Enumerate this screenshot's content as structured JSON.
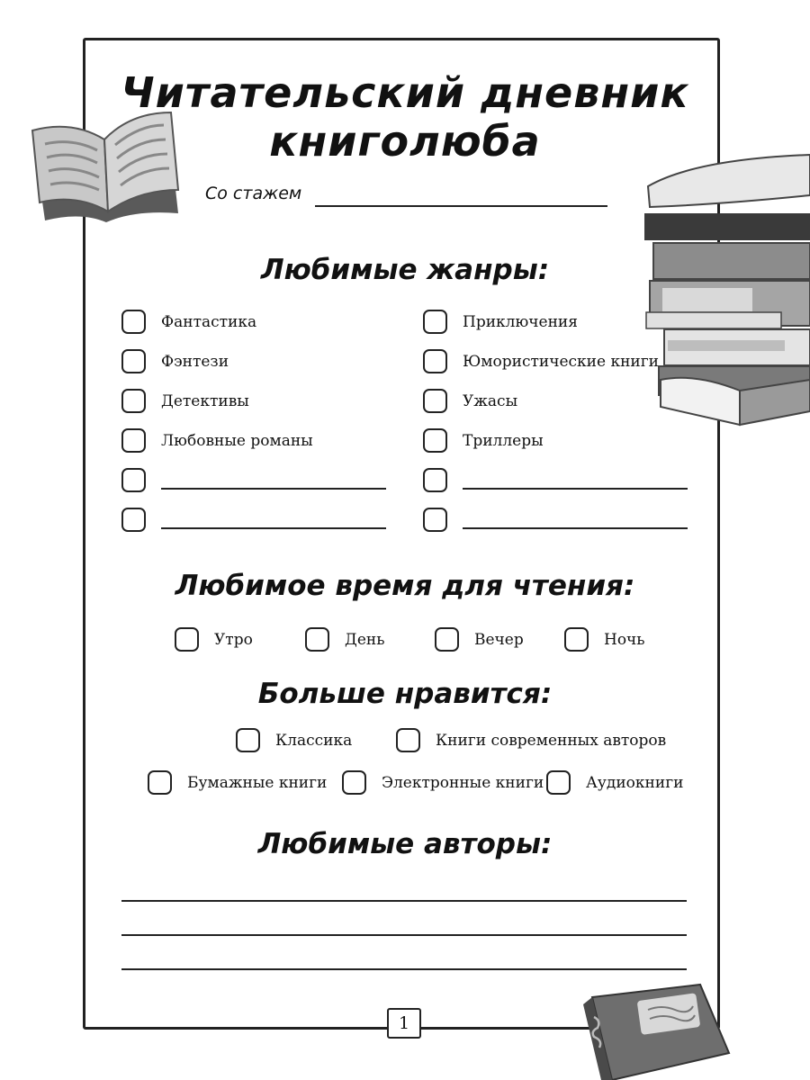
{
  "title_line1": "Читательский дневник",
  "title_line2": "книголюба",
  "experience_label": "Со стажем",
  "genres": {
    "heading": "Любимые жанры:",
    "left": [
      "Фантастика",
      "Фэнтези",
      "Детективы",
      "Любовные романы"
    ],
    "right": [
      "Приключения",
      "Юмористические книги",
      "Ужасы",
      "Триллеры"
    ]
  },
  "reading_time": {
    "heading": "Любимое время для чтения:",
    "options": [
      "Утро",
      "День",
      "Вечер",
      "Ночь"
    ]
  },
  "preferences": {
    "heading": "Больше нравится:",
    "row1": [
      "Классика",
      "Книги современных авторов"
    ],
    "row2": [
      "Бумажные книги",
      "Электронные книги",
      "Аудиокниги"
    ]
  },
  "authors": {
    "heading": "Любимые авторы:"
  },
  "page_number": "1",
  "icons": {
    "open_book": "open-book-illustration",
    "book_stack": "book-stack-illustration",
    "closed_book": "closed-book-illustration"
  }
}
